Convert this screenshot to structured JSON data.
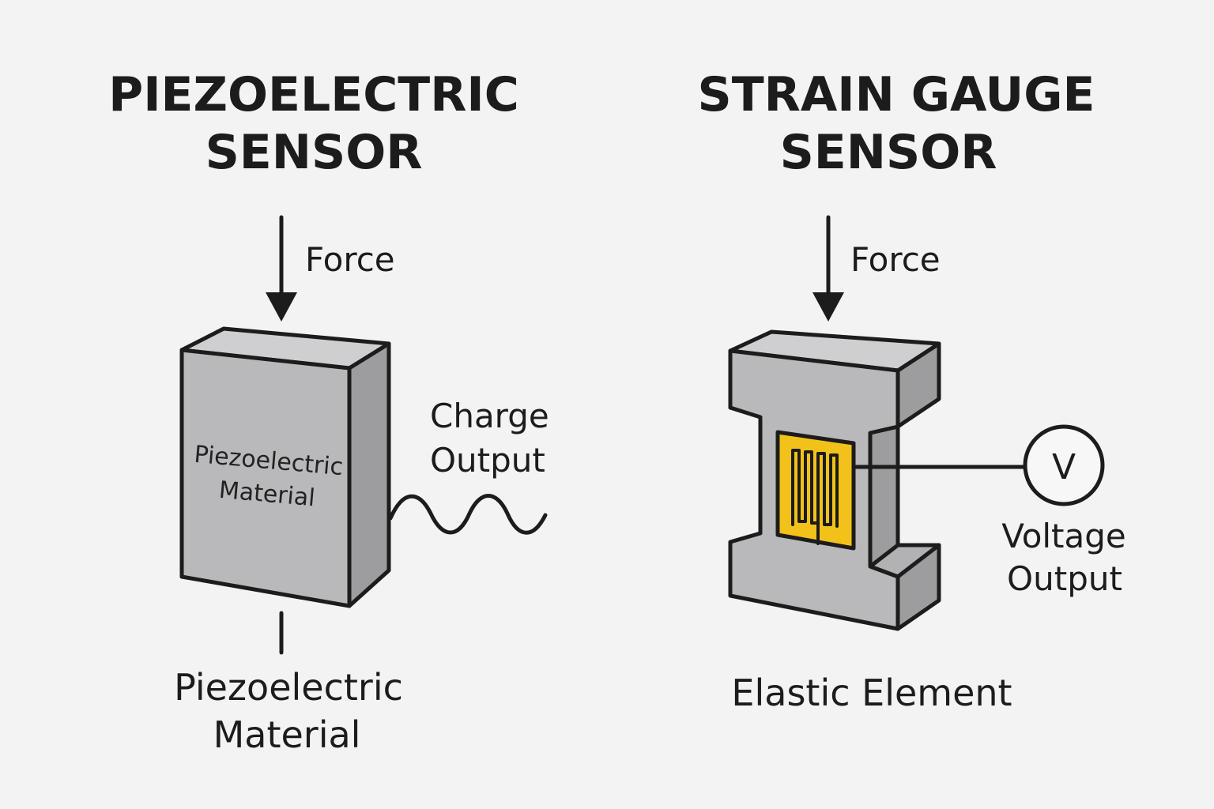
{
  "piezo": {
    "title_line1": "PIEZOELECTRIC",
    "title_line2": "SENSOR",
    "force_label": "Force",
    "block_label_line1": "Piezoelectric",
    "block_label_line2": "Material",
    "output_label_line1": "Charge",
    "output_label_line2": "Output",
    "bottom_label_line1": "Piezoelectric",
    "bottom_label_line2": "Material"
  },
  "strain": {
    "title_line1": "STRAIN GAUGE",
    "title_line2": "SENSOR",
    "force_label": "Force",
    "meter_symbol": "V",
    "output_label_line1": "Voltage",
    "output_label_line2": "Output",
    "bottom_label": "Elastic Element"
  },
  "colors": {
    "background": "#f3f3f3",
    "block_front": "#b9b9bb",
    "block_top": "#cfcfd1",
    "block_side": "#9d9da0",
    "gauge_yellow": "#f2c21b",
    "ink": "#1c1c1c"
  }
}
